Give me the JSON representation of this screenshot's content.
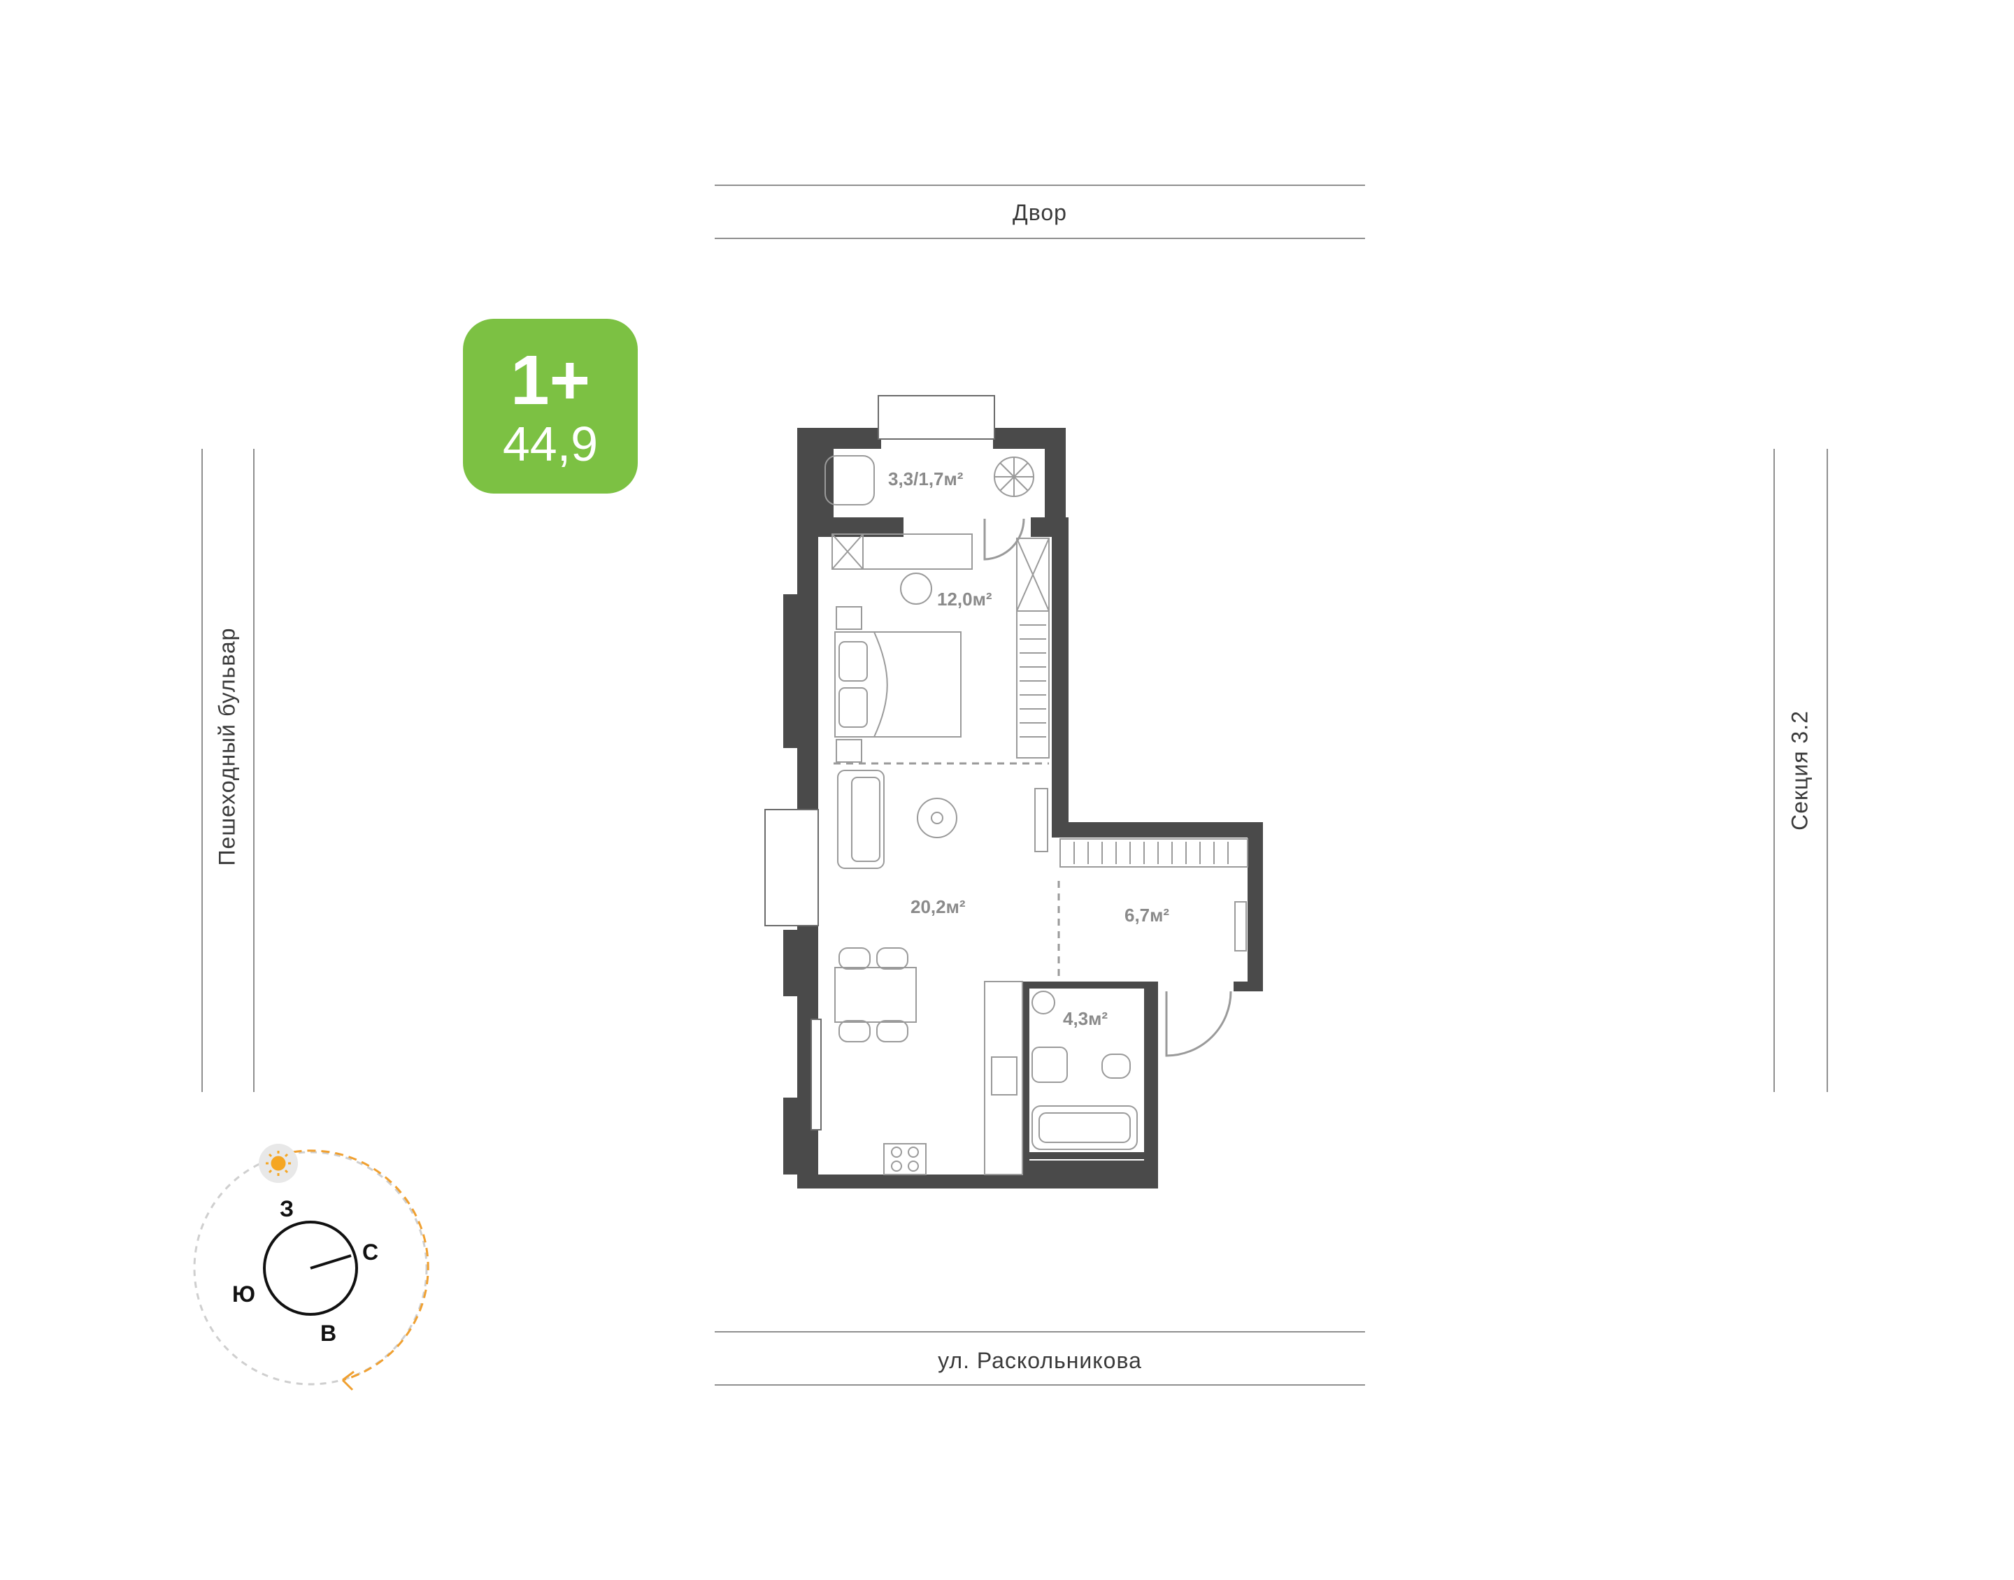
{
  "streets": {
    "top": "Двор",
    "bottom": "ул. Раскольникова",
    "left": "Пешеходный бульвар",
    "right": "Секция 3.2"
  },
  "badge": {
    "rooms": "1+",
    "area": "44,9",
    "color": "#7cc143"
  },
  "rooms": {
    "balcony": "3,3/1,7м²",
    "bedroom": "12,0м²",
    "living": "20,2м²",
    "hall": "6,7м²",
    "bath": "4,3м²"
  },
  "compass": {
    "north": "С",
    "south": "Ю",
    "east": "В",
    "west": "З",
    "sun_color": "#f5a623",
    "sun_path_color": "#f0a030"
  },
  "colors": {
    "wall": "#4a4a4a",
    "furniture": "#9a9a9a"
  }
}
